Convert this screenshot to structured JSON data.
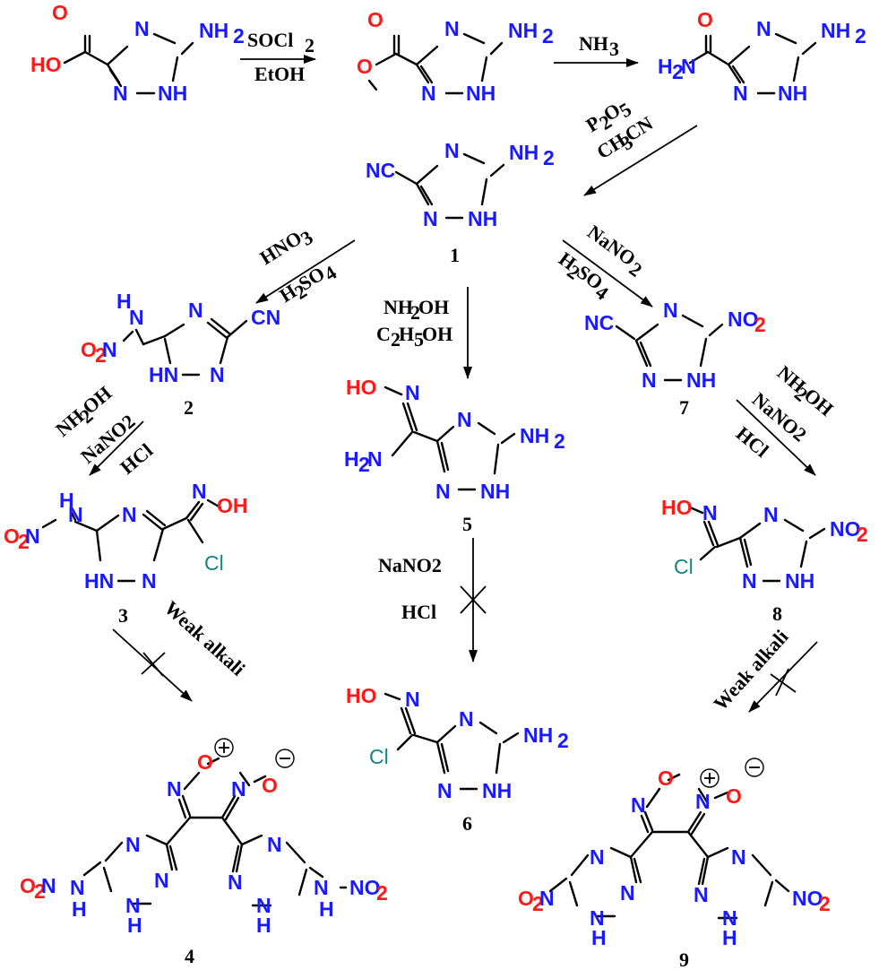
{
  "atoms": {
    "N": "N",
    "NH": "NH",
    "HN": "HN",
    "NH2": "NH",
    "H2N": "H",
    "O": "O",
    "HO": "HO",
    "OH": "OH",
    "Cl": "Cl",
    "NC": "NC",
    "CN": "CN",
    "NO2": "NO",
    "O2N": "O",
    "H": "H",
    "sub2": "2",
    "N_minus": "N"
  },
  "reagents": {
    "r1_top": "SOCl",
    "r1_top_sub": "2",
    "r1_bottom": "EtOH",
    "r2": "NH",
    "r2_sub": "3",
    "r3_a": "P",
    "r3_a_sub1": "2",
    "r3_a_mid": "O",
    "r3_a_sub2": "5",
    "r3_b": "CH",
    "r3_b_sub1": "3",
    "r3_b_mid": "CN",
    "r4_a": "HNO",
    "r4_a_sub": "3",
    "r4_b": "H",
    "r4_b_sub1": "2",
    "r4_b_mid": "SO",
    "r4_b_sub2": "4",
    "r5_a": "NH",
    "r5_a_sub": "2",
    "r5_a_end": "OH",
    "r5_b": "C",
    "r5_b_sub1": "2",
    "r5_b_mid": "H",
    "r5_b_sub2": "5",
    "r5_b_end": "OH",
    "r6_a": "NaNO",
    "r6_a_sub": "2",
    "r6_b": "H",
    "r6_b_sub1": "2",
    "r6_b_mid": "SO",
    "r6_b_sub2": "4",
    "r7_a": "NH",
    "r7_a_sub": "2",
    "r7_a_end": "OH",
    "r7_b": "NaNO2",
    "r7_c": "HCl",
    "r8_a": "NH",
    "r8_a_sub": "2",
    "r8_a_end": "OH",
    "r8_b": "NaNO2",
    "r8_c": "HCl",
    "r9_a": "NaNO2",
    "r9_b": "HCl",
    "r10": "Weak alkali",
    "r11": "Weak alkali"
  },
  "compound_numbers": [
    "1",
    "2",
    "3",
    "4",
    "5",
    "6",
    "7",
    "8",
    "9"
  ]
}
